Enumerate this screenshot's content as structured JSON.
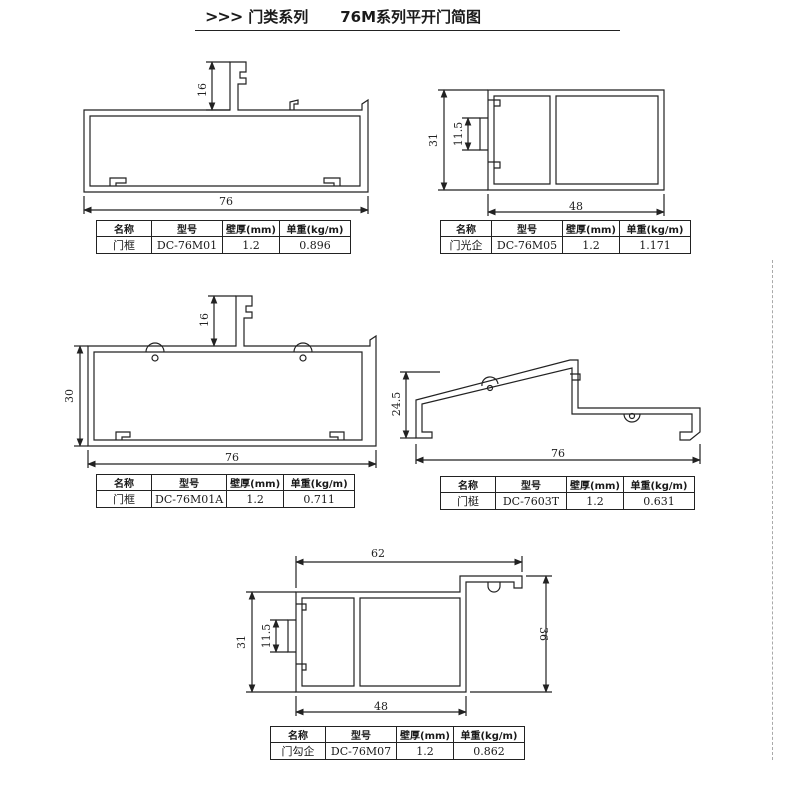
{
  "header": {
    "arrows": ">>>",
    "category": "门类系列",
    "series": "76M系列平开门简图"
  },
  "columns": {
    "name": "名称",
    "model": "型号",
    "thickness": "壁厚(mm)",
    "weight": "单重(kg/m)"
  },
  "profiles": [
    {
      "name": "门框",
      "model": "DC-76M01",
      "thickness": "1.2",
      "weight": "0.896",
      "dims": {
        "width": "76",
        "height": "16"
      }
    },
    {
      "name": "门光企",
      "model": "DC-76M05",
      "thickness": "1.2",
      "weight": "1.171",
      "dims": {
        "width": "48",
        "height": "31",
        "groove": "11.5"
      }
    },
    {
      "name": "门框",
      "model": "DC-76M01A",
      "thickness": "1.2",
      "weight": "0.711",
      "dims": {
        "width": "76",
        "height": "30",
        "flange": "16"
      }
    },
    {
      "name": "门梃",
      "model": "DC-7603T",
      "thickness": "1.2",
      "weight": "0.631",
      "dims": {
        "width": "76",
        "height": "24.5"
      }
    },
    {
      "name": "门勾企",
      "model": "DC-76M07",
      "thickness": "1.2",
      "weight": "0.862",
      "dims": {
        "width": "48",
        "top_width": "62",
        "height": "31",
        "right_height": "36",
        "groove": "11.5"
      }
    }
  ]
}
